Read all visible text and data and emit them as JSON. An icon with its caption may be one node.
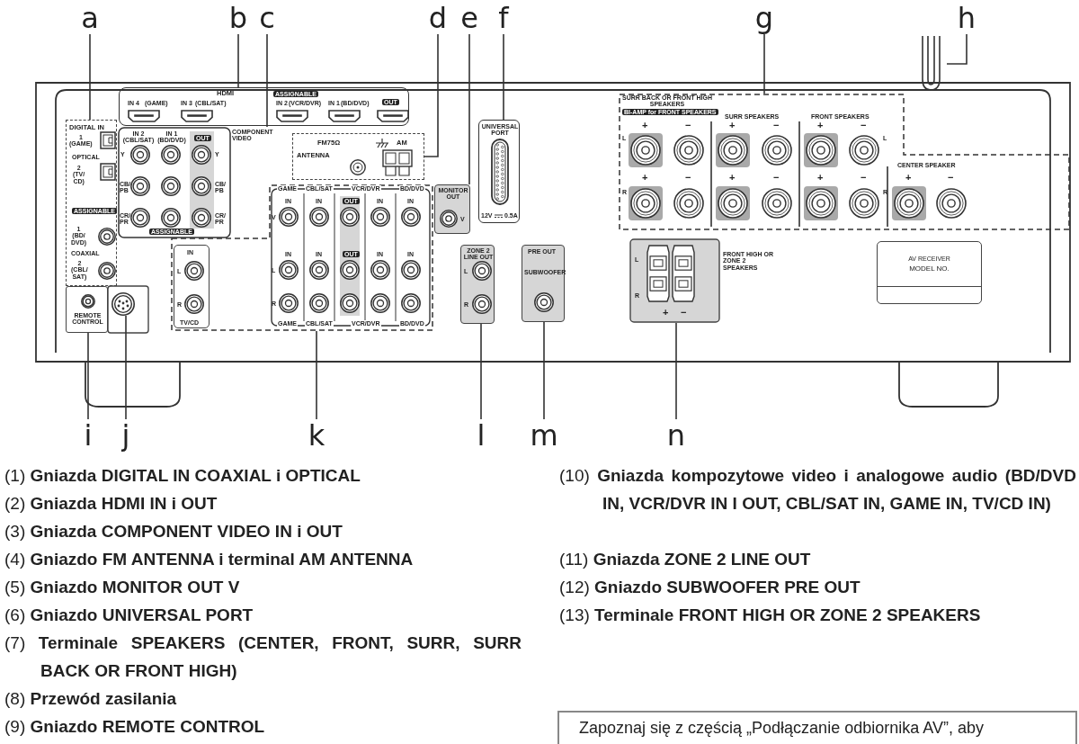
{
  "diagram": {
    "nodes": [
      {
        "text": [
          "a"
        ]
      },
      {
        "text": [
          "b"
        ]
      },
      {
        "text": [
          "c"
        ]
      },
      {
        "text": [
          "d"
        ]
      },
      {
        "text": [
          "e"
        ]
      },
      {
        "text": [
          "f"
        ]
      },
      {
        "text": [
          "g"
        ]
      },
      {
        "text": [
          "h"
        ]
      },
      {
        "text": [
          "DIGITAL IN",
          "1 (GAME)",
          "OPTICAL",
          "2 (TV/ CD)",
          "ASSIGNABLE",
          "1 (BD/ DVD)",
          "COAXIAL",
          "2 (CBL/ SAT)"
        ]
      },
      {
        "text": [
          "HDMI",
          "ASSIGNABLE",
          "IN 4",
          "(GAME)",
          "IN 3",
          "(CBL/SAT)",
          "IN 2",
          "(VCR/DVR)",
          "IN 1",
          "(BD/DVD)",
          "OUT"
        ]
      },
      {
        "text": [
          "IN 2 (CBL/SAT)",
          "IN 1 (BD/DVD)",
          "COMPONENT VIDEO",
          "OUT",
          "Y",
          "CB/ PB",
          "CR/ PR",
          "Y",
          "CB/ PB",
          "CR/ PR",
          "ASSIGNABLE"
        ]
      },
      {
        "text": [
          "FM75Ω",
          "AM",
          "ANTENNA"
        ]
      },
      {
        "text": [
          "MONITOR OUT",
          "V"
        ]
      },
      {
        "text": [
          "UNIVERSAL PORT",
          "12V",
          "0.5A"
        ]
      },
      {
        "text": [
          "SURR BACK OR FRONT HIGH SPEAKERS",
          "BI-AMP for FRONT SPEAKERS",
          "SURR SPEAKERS",
          "FRONT SPEAKERS",
          "CENTER SPEAKER",
          "L",
          "R",
          "L",
          "R",
          "+",
          "−",
          "+",
          "−",
          "+",
          "−",
          "+",
          "−",
          "+",
          "−",
          "+",
          "−",
          "+",
          "−"
        ]
      },
      {
        "text": [],
        "shape": "cable"
      },
      {
        "text": [
          "REMOTE CONTROL"
        ]
      },
      {
        "text": [],
        "shape": "circle"
      },
      {
        "text": [
          "GAME",
          "CBL/SAT",
          "VCR/DVR",
          "BD/DVD",
          "IN",
          "IN",
          "OUT",
          "IN",
          "IN",
          "V",
          "IN",
          "IN",
          "OUT",
          "IN",
          "IN",
          "L",
          "R",
          "GAME",
          "CBL/SAT",
          "VCR/DVR",
          "BD/DVD"
        ]
      },
      {
        "text": [
          "IN",
          "L",
          "R",
          "TV/CD"
        ],
        "in": 18
      },
      {
        "text": [
          "ZONE 2 LINE OUT",
          "L",
          "R"
        ]
      },
      {
        "text": [
          "PRE OUT",
          "SUBWOOFER"
        ]
      },
      {
        "text": [
          "L",
          "R",
          "FRONT HIGH OR ZONE 2 SPEAKERS",
          "+",
          "−"
        ]
      },
      {
        "text": [
          "AV RECEIVER",
          "MODEL NO."
        ]
      },
      {
        "text": [
          "i"
        ]
      },
      {
        "text": [
          "j"
        ]
      },
      {
        "text": [
          "k"
        ]
      },
      {
        "text": [
          "l"
        ]
      },
      {
        "text": [
          "m"
        ]
      },
      {
        "text": [
          "n"
        ]
      },
      {
        "text": [
          "Zapoznaj się z częścią „Podłączanie odbiornika AV”, aby"
        ]
      }
    ],
    "edges": [
      {
        "from": 0,
        "to": 8,
        "arrow": "none"
      },
      {
        "from": 1,
        "to": 9,
        "arrow": "none"
      },
      {
        "from": 2,
        "to": 10,
        "arrow": "none"
      },
      {
        "from": 3,
        "to": 11,
        "arrow": "none"
      },
      {
        "from": 4,
        "to": 12,
        "arrow": "none"
      },
      {
        "from": 5,
        "to": 13,
        "arrow": "none"
      },
      {
        "from": 6,
        "to": 14,
        "arrow": "none"
      },
      {
        "from": 7,
        "to": 15,
        "arrow": "none"
      },
      {
        "from": 24,
        "to": 16,
        "arrow": "none"
      },
      {
        "from": 25,
        "to": 17,
        "arrow": "none"
      },
      {
        "from": 26,
        "to": 18,
        "arrow": "none"
      },
      {
        "from": 27,
        "to": 20,
        "arrow": "none"
      },
      {
        "from": 28,
        "to": 21,
        "arrow": "none"
      },
      {
        "from": 29,
        "to": 22,
        "arrow": "none"
      }
    ],
    "labels": [
      "(1) **Gniazda DIGITAL IN COAXIAL i OPTICAL**",
      "(2) **Gniazda HDMI IN i OUT**",
      "(3) **Gniazda COMPONENT VIDEO IN i OUT**",
      "(4) **Gniazdo FM ANTENNA i terminal AM ANTENNA**",
      "(5) **Gniazdo MONITOR OUT V**",
      "(6) **Gniazdo UNIVERSAL PORT**",
      "(7) **Terminale SPEAKERS (CENTER, FRONT, SURR, SURR BACK OR FRONT HIGH)**",
      "(8) **Przewód zasilania**",
      "(9) **Gniazdo REMOTE CONTROL**",
      "(10) **Gniazda kompozytowe video i analogowe audio (BD/DVD IN, VCR/DVR IN I OUT, CBL/SAT IN, GAME IN, TV/CD IN)**",
      "(11) **Gniazda ZONE 2 LINE OUT**",
      "(12) **Gniazdo SUBWOOFER PRE OUT**",
      "(13) **Terminale FRONT HIGH OR ZONE 2 SPEAKERS**"
    ]
  }
}
